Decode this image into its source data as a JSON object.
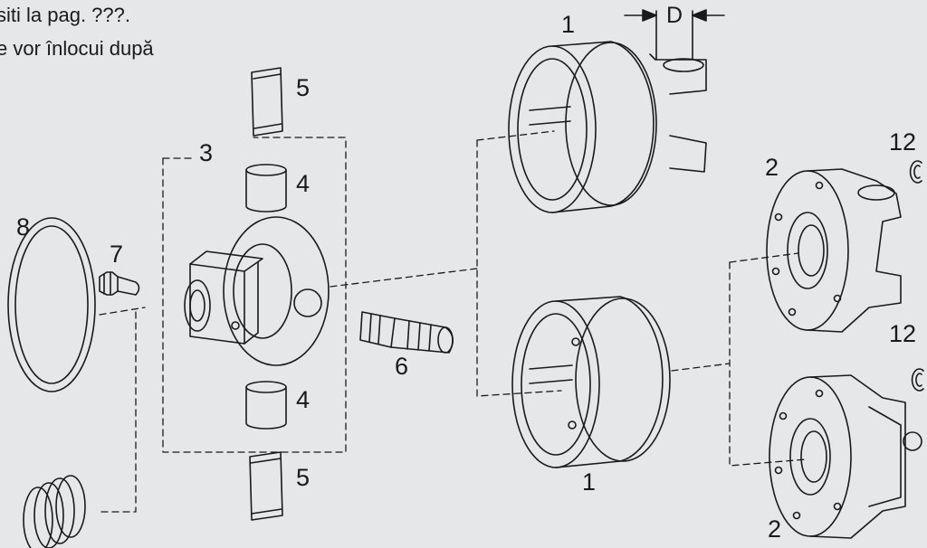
{
  "caption": {
    "line1": "siti la pag. ???.",
    "line2": "e vor înlocui după"
  },
  "labels": {
    "part_1_top": "1",
    "part_1_bottom": "1",
    "part_2_top": "2",
    "part_2_bottom": "2",
    "part_3": "3",
    "part_4_top": "4",
    "part_4_bottom": "4",
    "part_5_top": "5",
    "part_5_bottom": "5",
    "part_6": "6",
    "part_7": "7",
    "part_8": "8",
    "part_12_top": "12",
    "part_12_bottom": "12",
    "dimension_D": "D"
  }
}
